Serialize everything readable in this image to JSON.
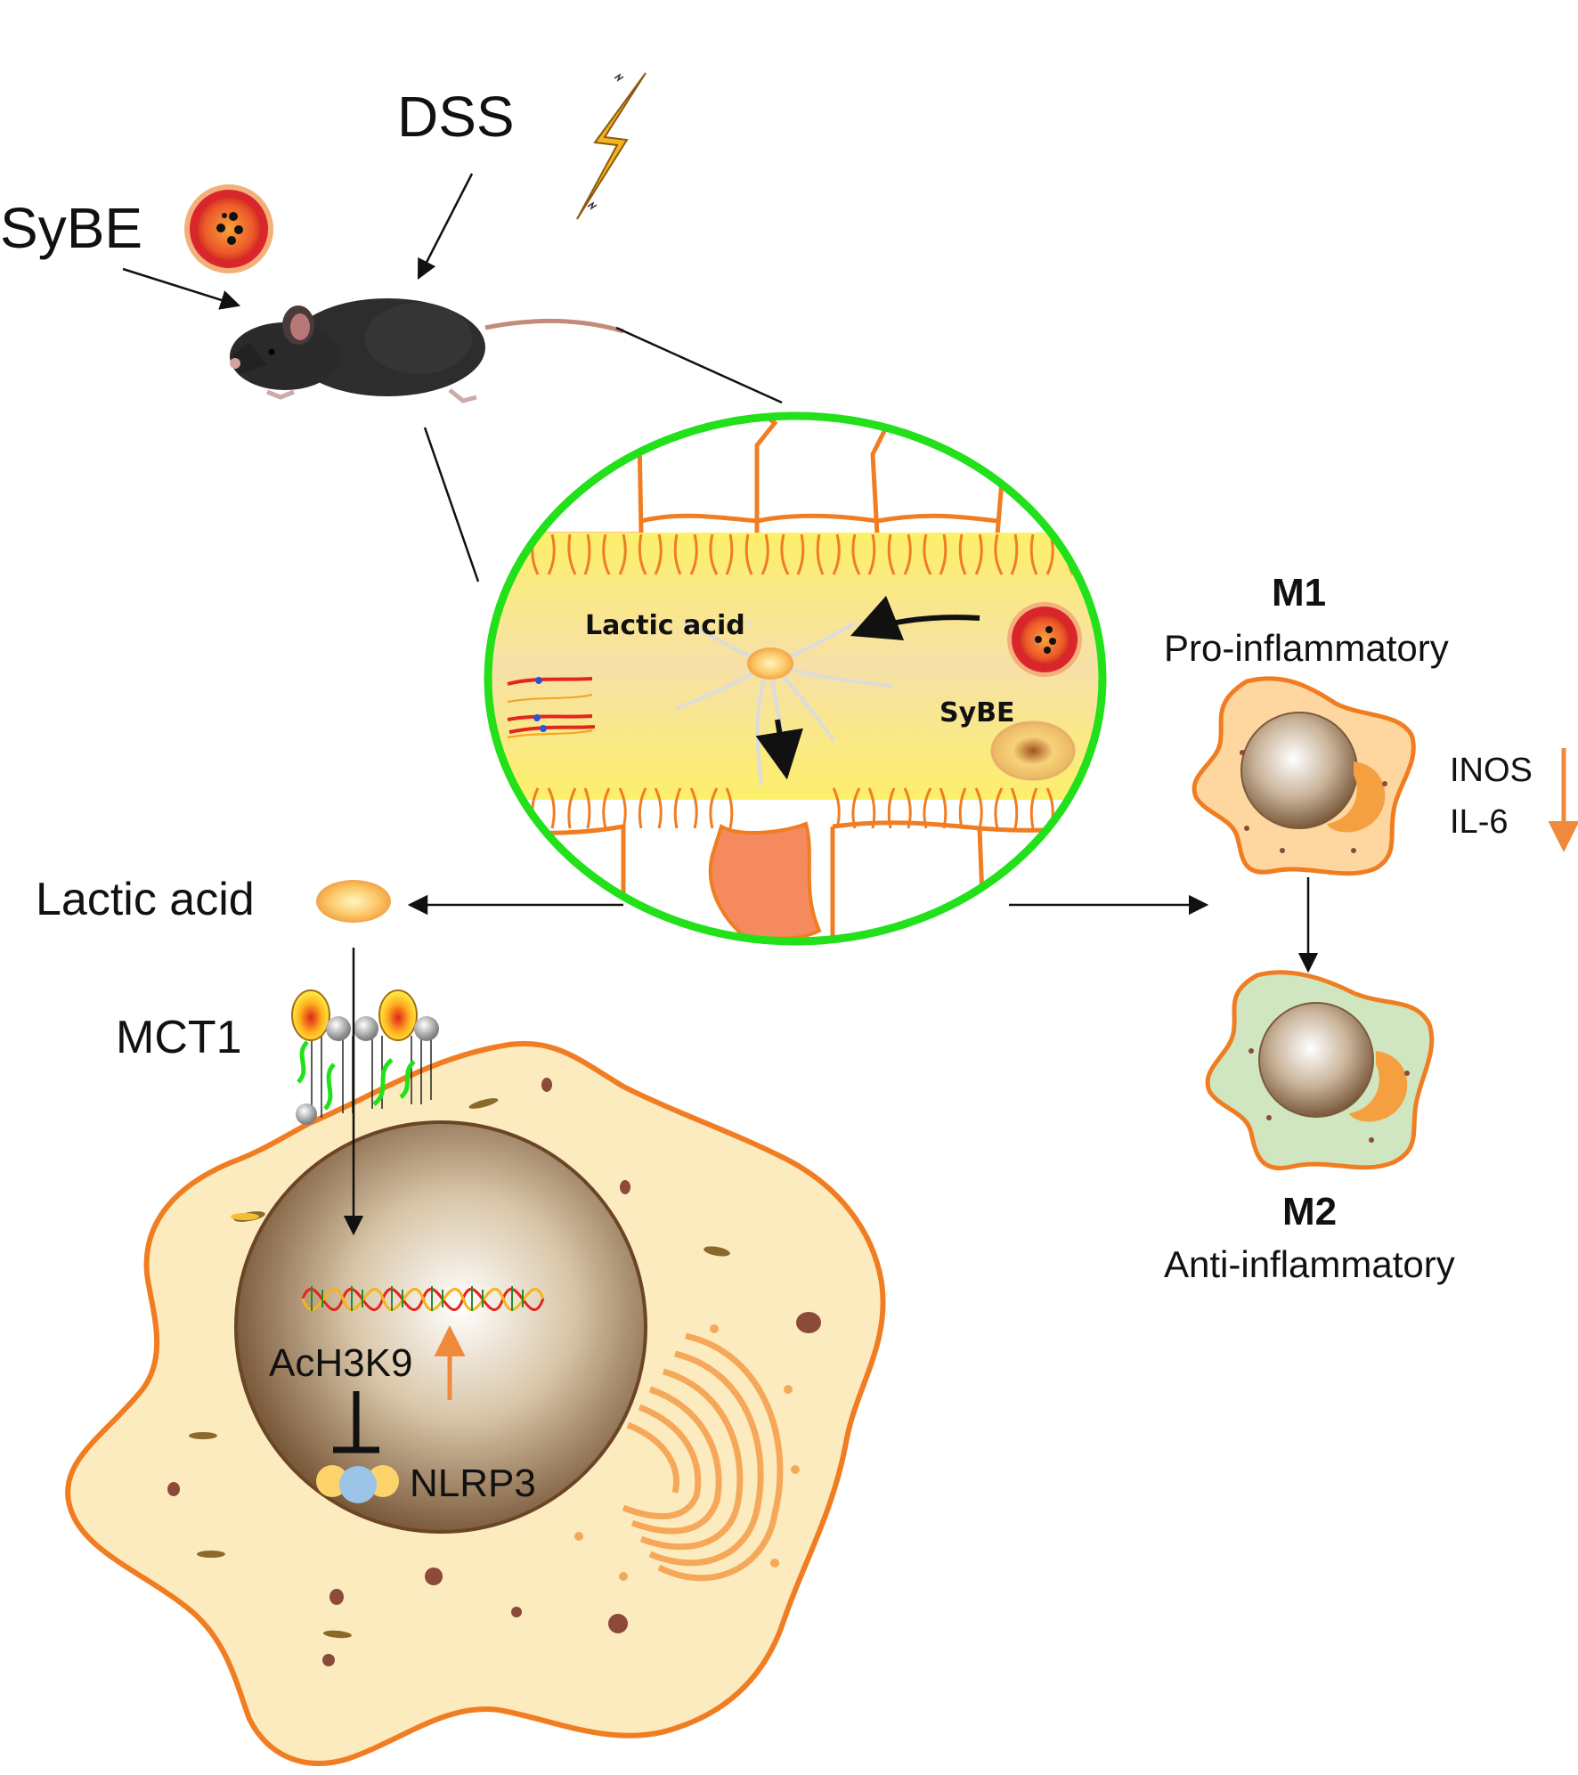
{
  "labels": {
    "dss": "DSS",
    "sybe_top": "SyBE",
    "lactic_in_circle": "Lactic acid",
    "sybe_in_circle": "SyBE",
    "lactic_left": "Lactic acid",
    "mct1": "MCT1",
    "ach3k9": "AcH3K9",
    "nlrp3": "NLRP3",
    "m1_title": "M1",
    "m1_sub": "Pro-inflammatory",
    "inos": "INOS",
    "il6": "IL-6",
    "m2_title": "M2",
    "m2_sub": "Anti-inflammatory"
  },
  "colors": {
    "ring": "#22e01a",
    "membrane": "#f07d22",
    "cytoplasm": "#fdebc0",
    "m2_cytoplasm": "#cfe6c0",
    "indicator_arrow": "#ef8a3c",
    "lightning": "#f5b41e"
  },
  "icons": [
    "mouse-icon",
    "lightning-icon",
    "sybe-particle-icon",
    "dna-icon",
    "golgi-icon",
    "nucleus-icon"
  ]
}
